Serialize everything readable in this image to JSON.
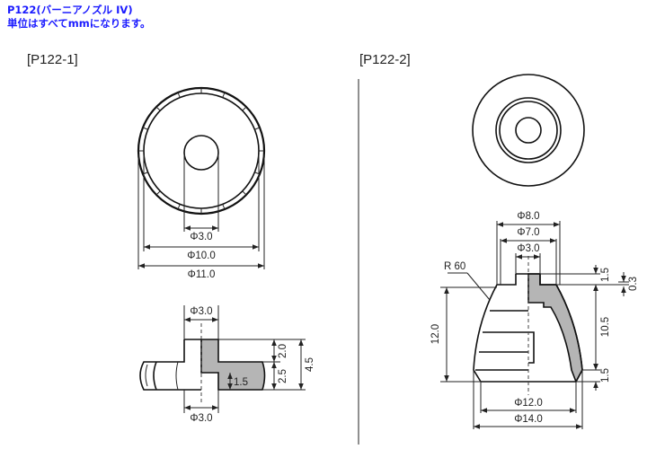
{
  "header": {
    "title": "P122(バーニアノズル IV)",
    "note": "単位はすべてmmになります。",
    "color": "#1a1aff"
  },
  "parts": [
    {
      "label": "[P122-1]",
      "top_view": {
        "dims": [
          "Φ3.0",
          "Φ10.0",
          "Φ11.0"
        ]
      },
      "side_view": {
        "dims": {
          "top_dia": "Φ3.0",
          "bottom_dia": "Φ3.0",
          "h_top": "2.0",
          "h_bottom": "2.5",
          "h_total": "4.5",
          "inner": "1.5"
        }
      }
    },
    {
      "label": "[P122-2]",
      "side_view": {
        "dims": {
          "dia_top": "Φ8.0",
          "dia_mid": "Φ7.0",
          "dia_hole": "Φ3.0",
          "radius": "R 60",
          "height_total": "12.0",
          "h_cap": "1.5",
          "h_step": "0.3",
          "h_body": "10.5",
          "h_base": "1.5",
          "dia_bottom_inner": "Φ12.0",
          "dia_bottom": "Φ14.0"
        }
      }
    }
  ]
}
